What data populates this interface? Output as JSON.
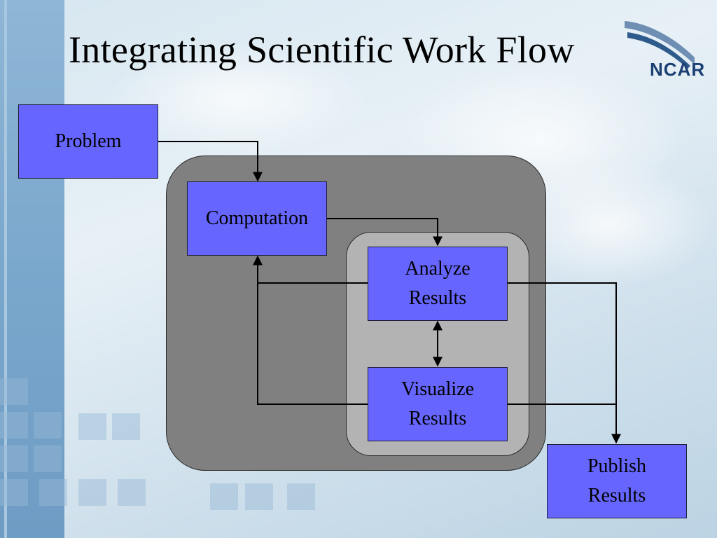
{
  "title": "Integrating Scientific Work Flow",
  "logo": {
    "text": "NCAR",
    "icon": "ncar-swoosh-logo"
  },
  "nodes": {
    "problem": "Problem",
    "computation": "Computation",
    "analyze": "Analyze\nResults",
    "visualize": "Visualize\nResults",
    "publish": "Publish\nResults"
  },
  "colors": {
    "node_fill": "#6666ff",
    "outer_group": "#808080",
    "inner_group": "#b3b3b3",
    "connector": "#000000"
  }
}
